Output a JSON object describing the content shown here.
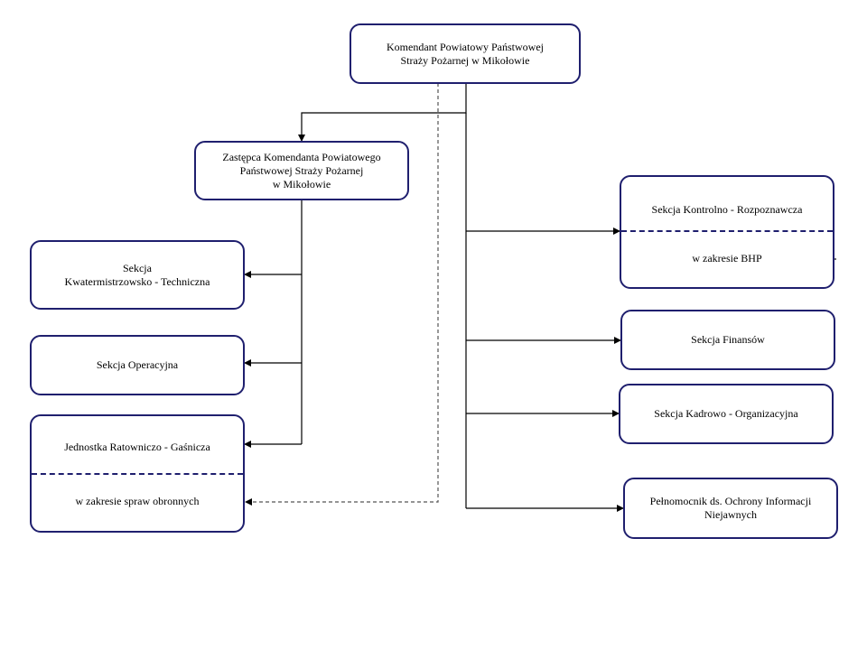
{
  "chart": {
    "commander": "Komendant Powiatowy Państwowej\nStraży Pożarnej  w Mikołowie",
    "deputy": "Zastępca Komendanta Powiatowego\nPaństwowej Straży Pożarnej\nw Mikołowie",
    "left_units": {
      "quartermaster": "Sekcja\nKwatermistrzowsko  - Techniczna",
      "operations": "Sekcja  Operacyjna",
      "rescue_unit": {
        "main": "Jednostka Ratowniczo  - Gaśnicza",
        "scope": "w zakresie  spraw obronnych"
      }
    },
    "right_units": {
      "control": {
        "main": "Sekcja  Kontrolno  - Rozpoznawcza",
        "scope": "w zakresie  BHP"
      },
      "finance": "Sekcja  Finansów",
      "personnel": "Sekcja  Kadrowo  - Organizacyjna",
      "classified": "Pełnomocnik  ds. Ochrony Informacji\nNiejawnych"
    }
  },
  "colors": {
    "border": "#1f1f6e",
    "line": "#000000",
    "dashed_line": "#555555"
  }
}
